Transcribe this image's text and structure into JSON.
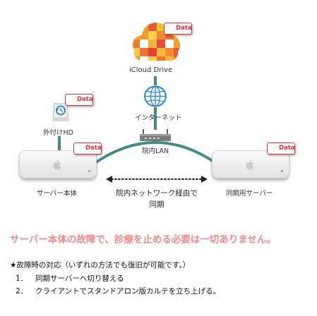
{
  "badges": {
    "data": "Data"
  },
  "nodes": {
    "icloud": "iCloud Drive",
    "internet": "インターネット",
    "lan": "院内LAN",
    "external_hd": "外付けHD",
    "server_main": "サーバー本体",
    "server_sync": "同期用サーバー"
  },
  "sync_caption": {
    "line1": "院内ネットワーク経由で",
    "line2": "同期"
  },
  "slogan": "サーバー本体の故障で、診療を止める必要は一切ありません。",
  "notes": {
    "heading": "★故障時の対応（いずれの方法でも復旧が可能です。）",
    "items": [
      {
        "num": "1．",
        "text": "同期サーバーへ切り替える"
      },
      {
        "num": "2．",
        "text": "クライアントでスタンドアロン版カルテを立ち上げる。"
      }
    ]
  },
  "colors": {
    "accent_red": "#e0303a",
    "teal_line": "#3f8c86",
    "slogan_pink": "#ef8a8a"
  }
}
